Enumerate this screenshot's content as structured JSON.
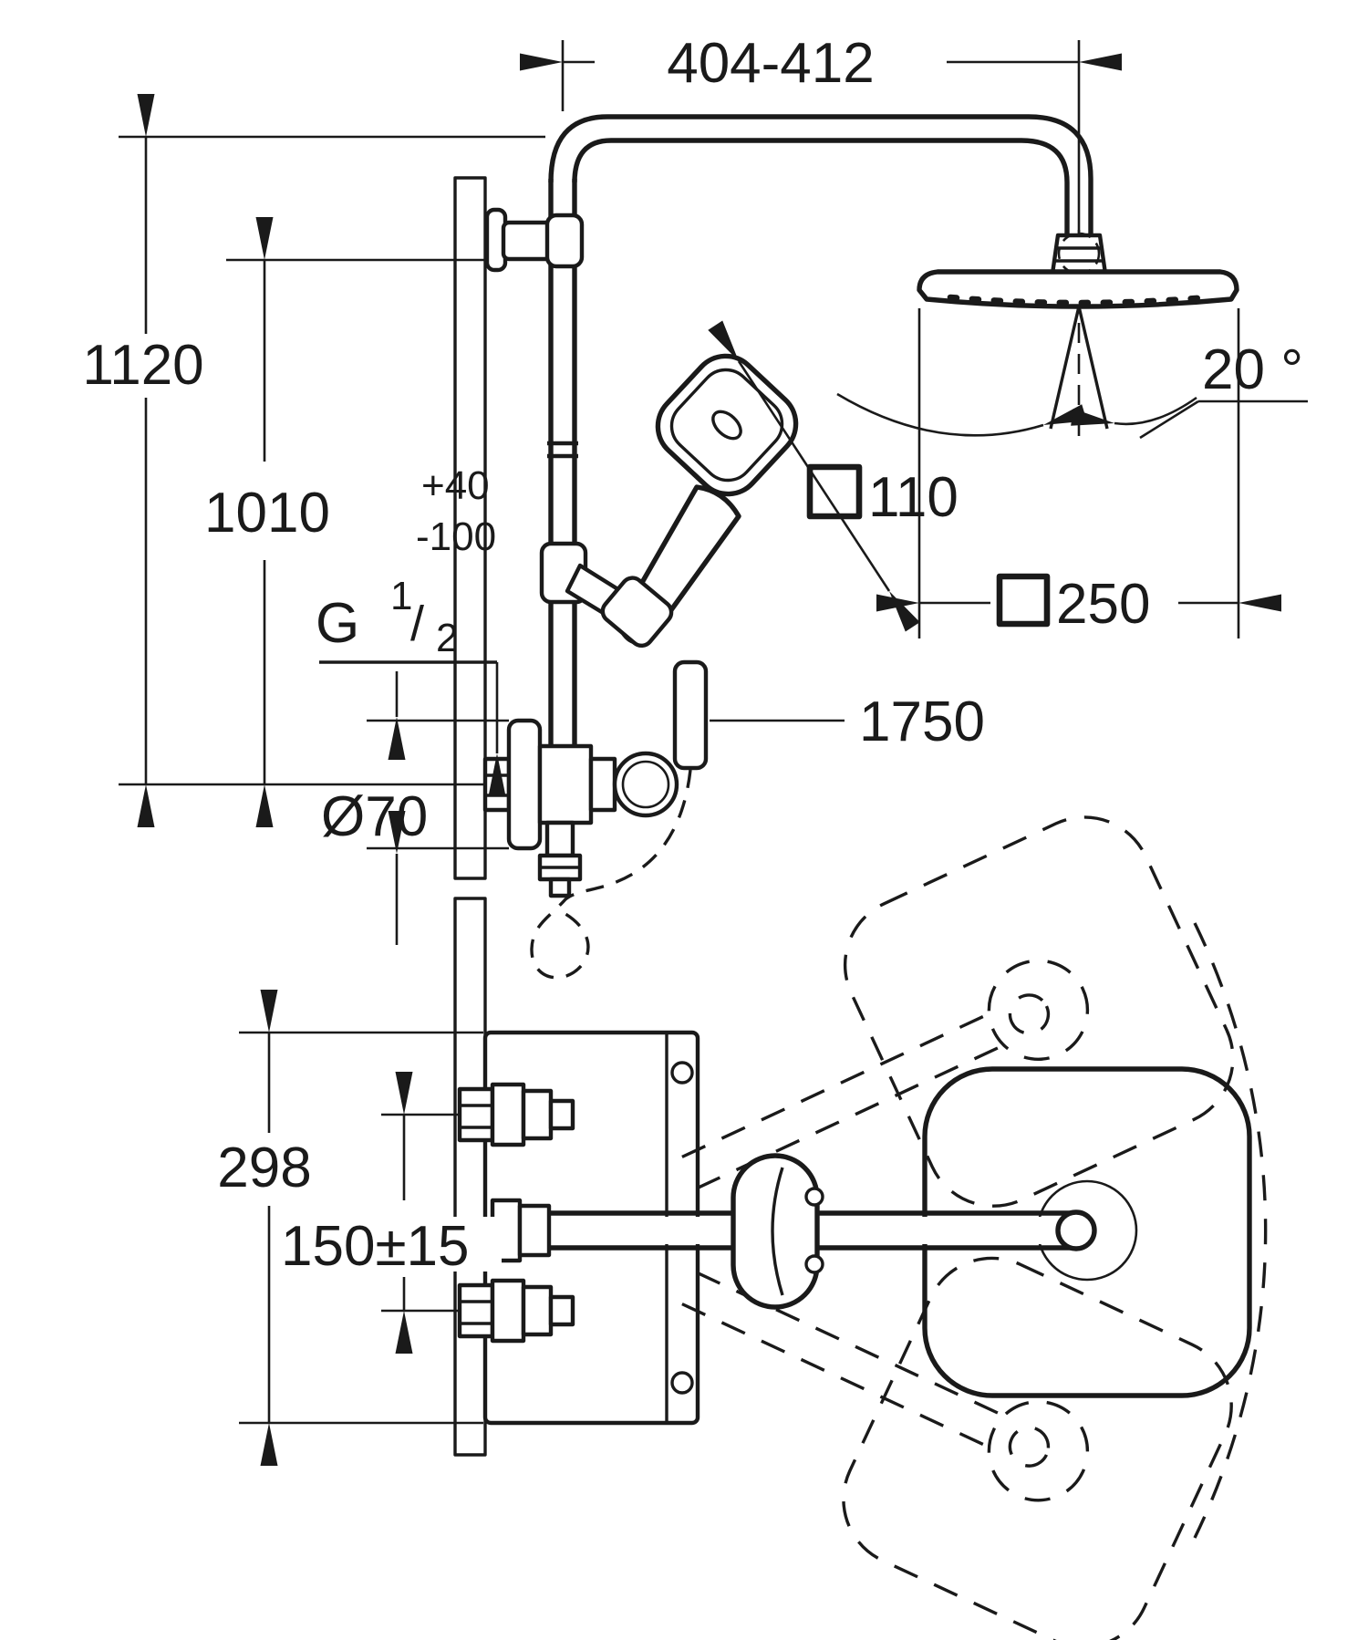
{
  "drawing": {
    "type": "technical dimension drawing",
    "dims": {
      "width_range": "404-412",
      "overall_height": "1120",
      "rail_height": "1010",
      "rail_tol_plus": "+40",
      "rail_tol_minus": "-100",
      "thread_letter": "G",
      "thread_numerator": "1",
      "thread_slash": "/",
      "thread_denominator": "2",
      "escutcheon_diameter": "Ø70",
      "spray_angle": "20 °",
      "hand_shower_face": "110",
      "head_shower_face": "250",
      "hose_length": "1750",
      "valve_plate_height": "298",
      "supply_spacing": "150±15"
    },
    "symbols": {
      "square": "□",
      "diameter": "Ø",
      "degree": "°",
      "plus_minus": "±"
    },
    "colors": {
      "ink": "#1a1a1a",
      "paper": "#ffffff"
    }
  }
}
